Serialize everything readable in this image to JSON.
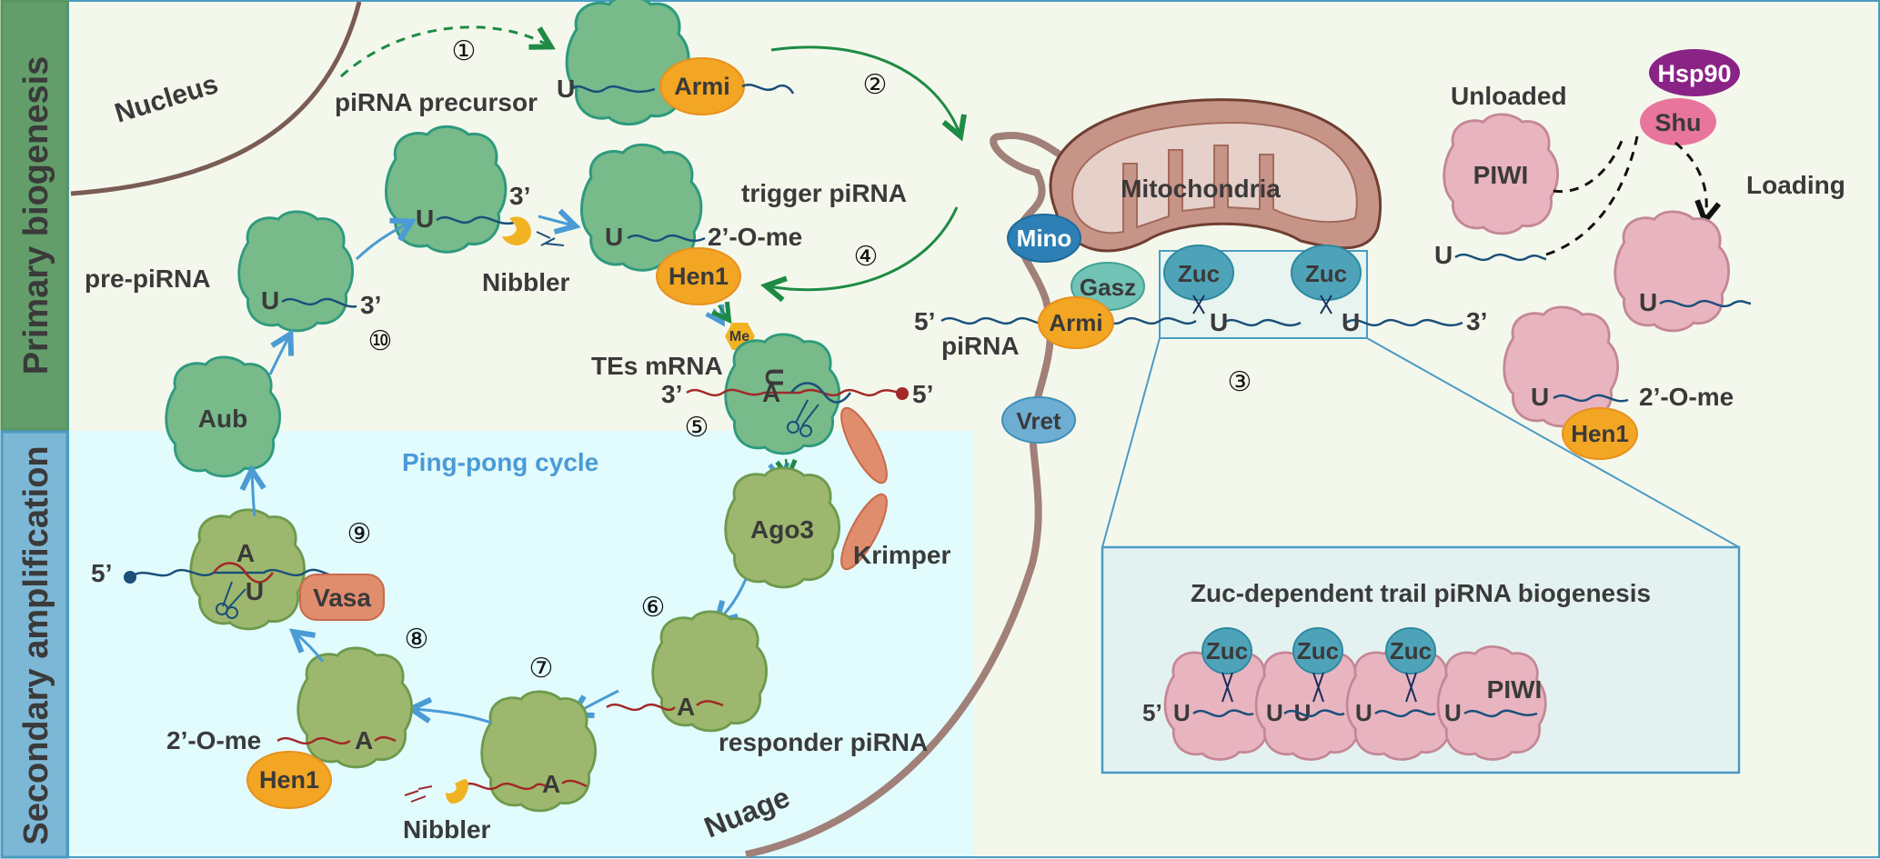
{
  "sections": {
    "primary": "Primary biogenesis",
    "secondary": "Secondary amplification"
  },
  "compartments": {
    "nucleus": "Nucleus",
    "nuage": "Nuage",
    "mitochondria": "Mitochondria",
    "pingpong": "Ping-pong cycle"
  },
  "steps": [
    "①",
    "②",
    "③",
    "④",
    "⑤",
    "⑥",
    "⑦",
    "⑧",
    "⑨",
    "⑩"
  ],
  "labels": {
    "pirna_precursor": "piRNA precursor",
    "pre_pirna": "pre-piRNA",
    "nibbler": "Nibbler",
    "trigger_pirna": "trigger piRNA",
    "two_o_me": "2’-O-me",
    "tes_mrna": "TEs mRNA",
    "krimper": "Krimper",
    "responder_pirna": "responder piRNA",
    "pirna": "piRNA",
    "unloaded": "Unloaded",
    "loading": "Loading",
    "zuc_box_title": "Zuc-dependent trail piRNA biogenesis",
    "five_prime": "5’",
    "three_prime": "3’",
    "U": "U",
    "A": "A",
    "me": "Me"
  },
  "proteins": {
    "armi": "Armi",
    "hen1": "Hen1",
    "aub": "Aub",
    "ago3": "Ago3",
    "vasa": "Vasa",
    "mino": "Mino",
    "gasz": "Gasz",
    "zuc": "Zuc",
    "vret": "Vret",
    "piwi": "PIWI",
    "shu": "Shu",
    "hsp90": "Hsp90"
  },
  "colors": {
    "primary_band": "#639E6A",
    "secondary_band": "#7DB7D6",
    "aub_green": "#78BA8A",
    "ago3_green": "#9DB86E",
    "piwi_pink": "#E8B4C0",
    "armi_orange": "#F2A623",
    "zuc_teal": "#4FA3B8",
    "membrane_brown": "#A08078",
    "pingpong_blue": "#E2FBFD"
  }
}
